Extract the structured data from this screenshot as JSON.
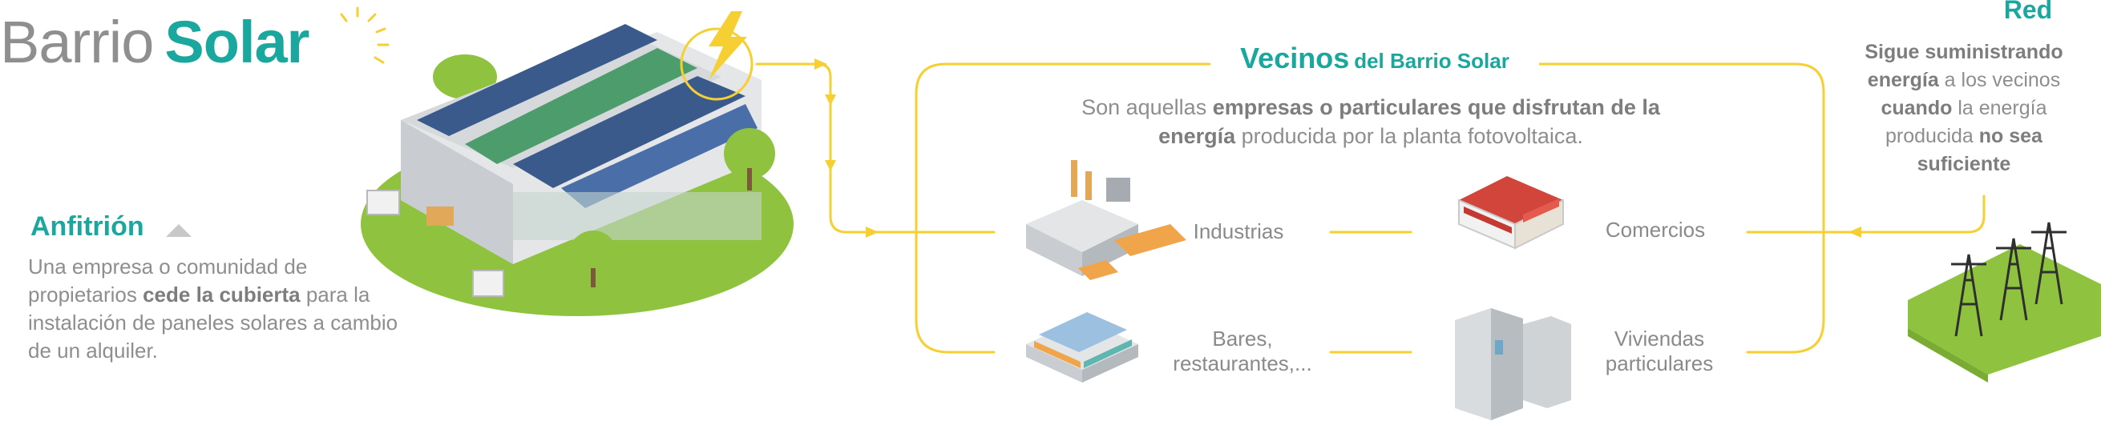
{
  "logo": {
    "word1": "Barrio",
    "word2": "Solar"
  },
  "host": {
    "title": "Anfitrión",
    "text_1": "Una empresa o comunidad de propietarios ",
    "text_bold": "cede la cubierta",
    "text_2": " para la instalación de paneles solares a cambio de un alquiler."
  },
  "neighbors": {
    "title": "Vecinos",
    "title_suffix": "del Barrio Solar",
    "desc_1": "Son aquellas ",
    "desc_bold_1": "empresas o particulares que disfrutan de la energía",
    "desc_2": " producida por la planta fotovoltaica."
  },
  "categories": {
    "industries": "Industrias",
    "shops": "Comercios",
    "bars_1": "Bares,",
    "bars_2": "restaurantes,...",
    "homes_1": "Viviendas",
    "homes_2": "particulares"
  },
  "grid": {
    "title": "Red",
    "bold_1": "Sigue suministrando energía",
    "text_1": " a los vecinos ",
    "bold_2": "cuando",
    "text_2": " la energía producida ",
    "bold_3": "no sea suficiente"
  },
  "colors": {
    "accent": "#1aa89e",
    "flow": "#f6d033",
    "grass": "#8fc33f"
  }
}
